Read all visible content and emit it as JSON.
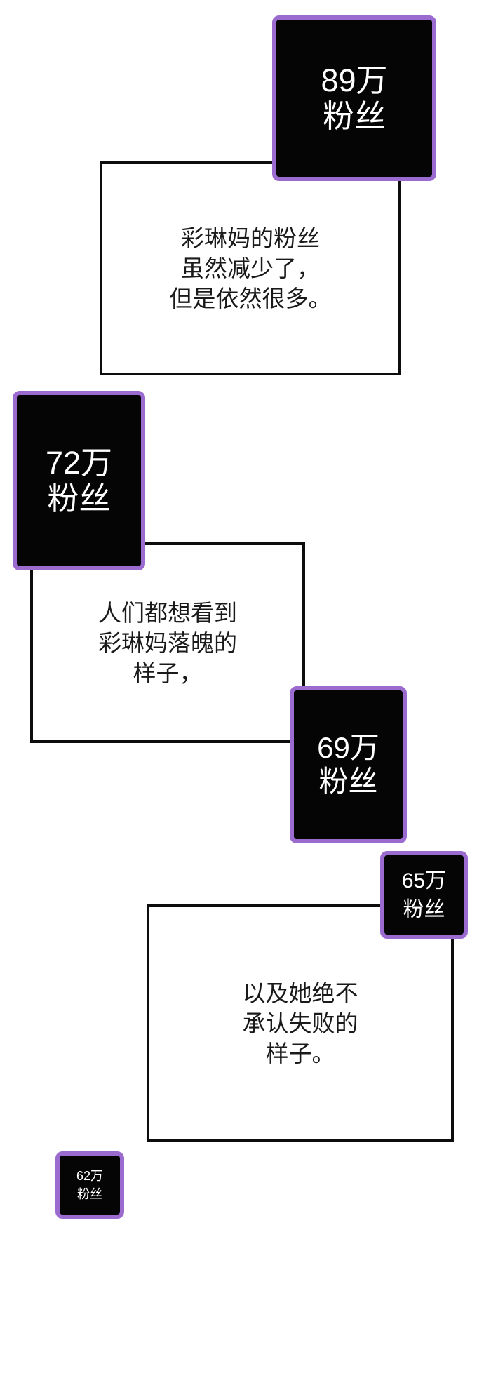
{
  "colors": {
    "page_bg": "#ffffff",
    "badge_bg": "#050505",
    "badge_border": "#9c6bd0",
    "badge_text": "#ffffff",
    "caption_bg": "#ffffff",
    "caption_border": "#0d0d0d",
    "caption_text": "#1a1a1a"
  },
  "badges": [
    {
      "count": "89万",
      "label": "粉丝"
    },
    {
      "count": "72万",
      "label": "粉丝"
    },
    {
      "count": "69万",
      "label": "粉丝"
    },
    {
      "count": "65万",
      "label": "粉丝"
    },
    {
      "count": "62万",
      "label": "粉丝"
    }
  ],
  "captions": [
    {
      "lines": [
        "彩琳妈的粉丝",
        "虽然减少了，",
        "但是依然很多。"
      ]
    },
    {
      "lines": [
        "人们都想看到",
        "彩琳妈落魄的",
        "样子，"
      ]
    },
    {
      "lines": [
        "以及她绝不",
        "承认失败的",
        "样子。"
      ]
    }
  ]
}
